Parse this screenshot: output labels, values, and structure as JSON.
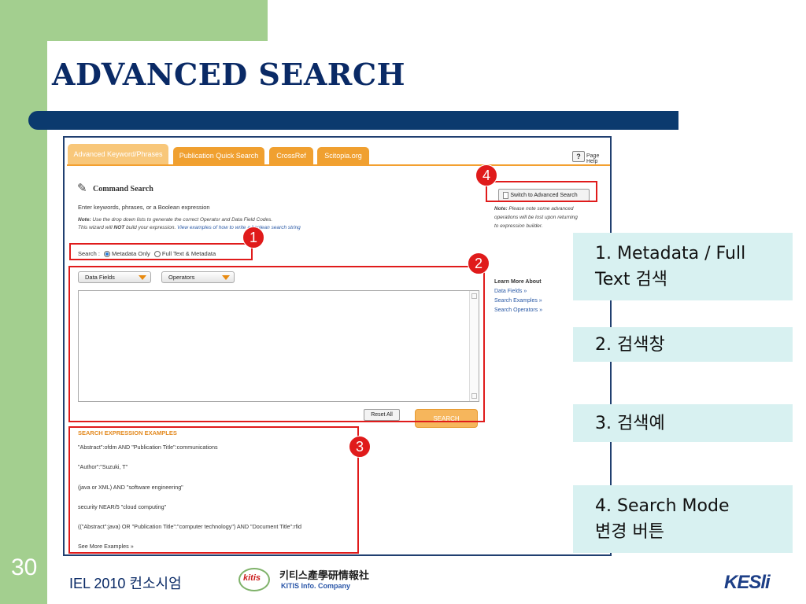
{
  "slide": {
    "title": "ADVANCED SEARCH",
    "page_number": "30",
    "footer_text": "IEL 2010 컨소시엄",
    "logos": {
      "kitis_mark": "kitis",
      "kitis_korean": "키티스產學研情報社",
      "kitis_english": "KITIS Info. Company",
      "kesli": "KESli"
    }
  },
  "screenshot": {
    "tabs": [
      {
        "label": "Advanced Keyword/Phrases",
        "active": true
      },
      {
        "label": "Publication Quick Search",
        "active": false
      },
      {
        "label": "CrossRef",
        "active": false
      },
      {
        "label": "Scitopia.org",
        "active": false
      }
    ],
    "help": {
      "icon_label": "?",
      "label": "Page Help"
    },
    "command_search": {
      "title": "Command Search",
      "instruction": "Enter keywords, phrases, or a Boolean expression",
      "note_label": "Note:",
      "note_line1": "Use the drop down lists to generate the correct Operator and Data Field Codes.",
      "note_line2_pre": "This wizard will",
      "note_line2_bold": "NOT",
      "note_line2_post": "build your expression.",
      "note_line2_link": "View examples of how to write a boolean search string"
    },
    "switch": {
      "button_label": "Switch to Advanced Search",
      "note_label": "Note:",
      "note_line1": "Please note some advanced",
      "note_line2": "operations will be lost upon returning",
      "note_line3": "to expression builder."
    },
    "search_mode": {
      "label": "Search :",
      "options": [
        {
          "label": "Metadata Only",
          "selected": true
        },
        {
          "label": "Full Text & Metadata",
          "selected": false
        }
      ]
    },
    "dropdowns": {
      "data_fields": "Data Fields",
      "operators": "Operators"
    },
    "buttons": {
      "reset": "Reset All",
      "search": "SEARCH"
    },
    "learn_more": {
      "heading": "Learn More About",
      "links": [
        "Data Fields »",
        "Search Examples »",
        "Search Operators »"
      ]
    },
    "examples": {
      "heading": "SEARCH EXPRESSION EXAMPLES",
      "items": [
        "\"Abstract\":ofdm AND \"Publication Title\":communications",
        "\"Author\":\"Suzuki, T\"",
        "(java or XML) AND \"software engineering\"",
        "security NEAR/5 \"cloud computing\"",
        "((\"Abstract\":java) OR \"Publication Title\":\"computer technology\") AND \"Document Title\":rfid"
      ],
      "more_link": "See More Examples »"
    }
  },
  "annotations": {
    "badges": [
      "1",
      "2",
      "3",
      "4"
    ],
    "colors": {
      "highlight": "#e01b1b",
      "callout_bg": "#d8f1f1",
      "tab_orange": "#f0a030"
    }
  },
  "callouts": [
    {
      "line1": "1. Metadata / Full",
      "line2": "Text 검색"
    },
    {
      "line1": "2. 검색창",
      "line2": ""
    },
    {
      "line1": "3. 검색예",
      "line2": ""
    },
    {
      "line1": "4. Search Mode",
      "line2": "변경 버튼"
    }
  ]
}
